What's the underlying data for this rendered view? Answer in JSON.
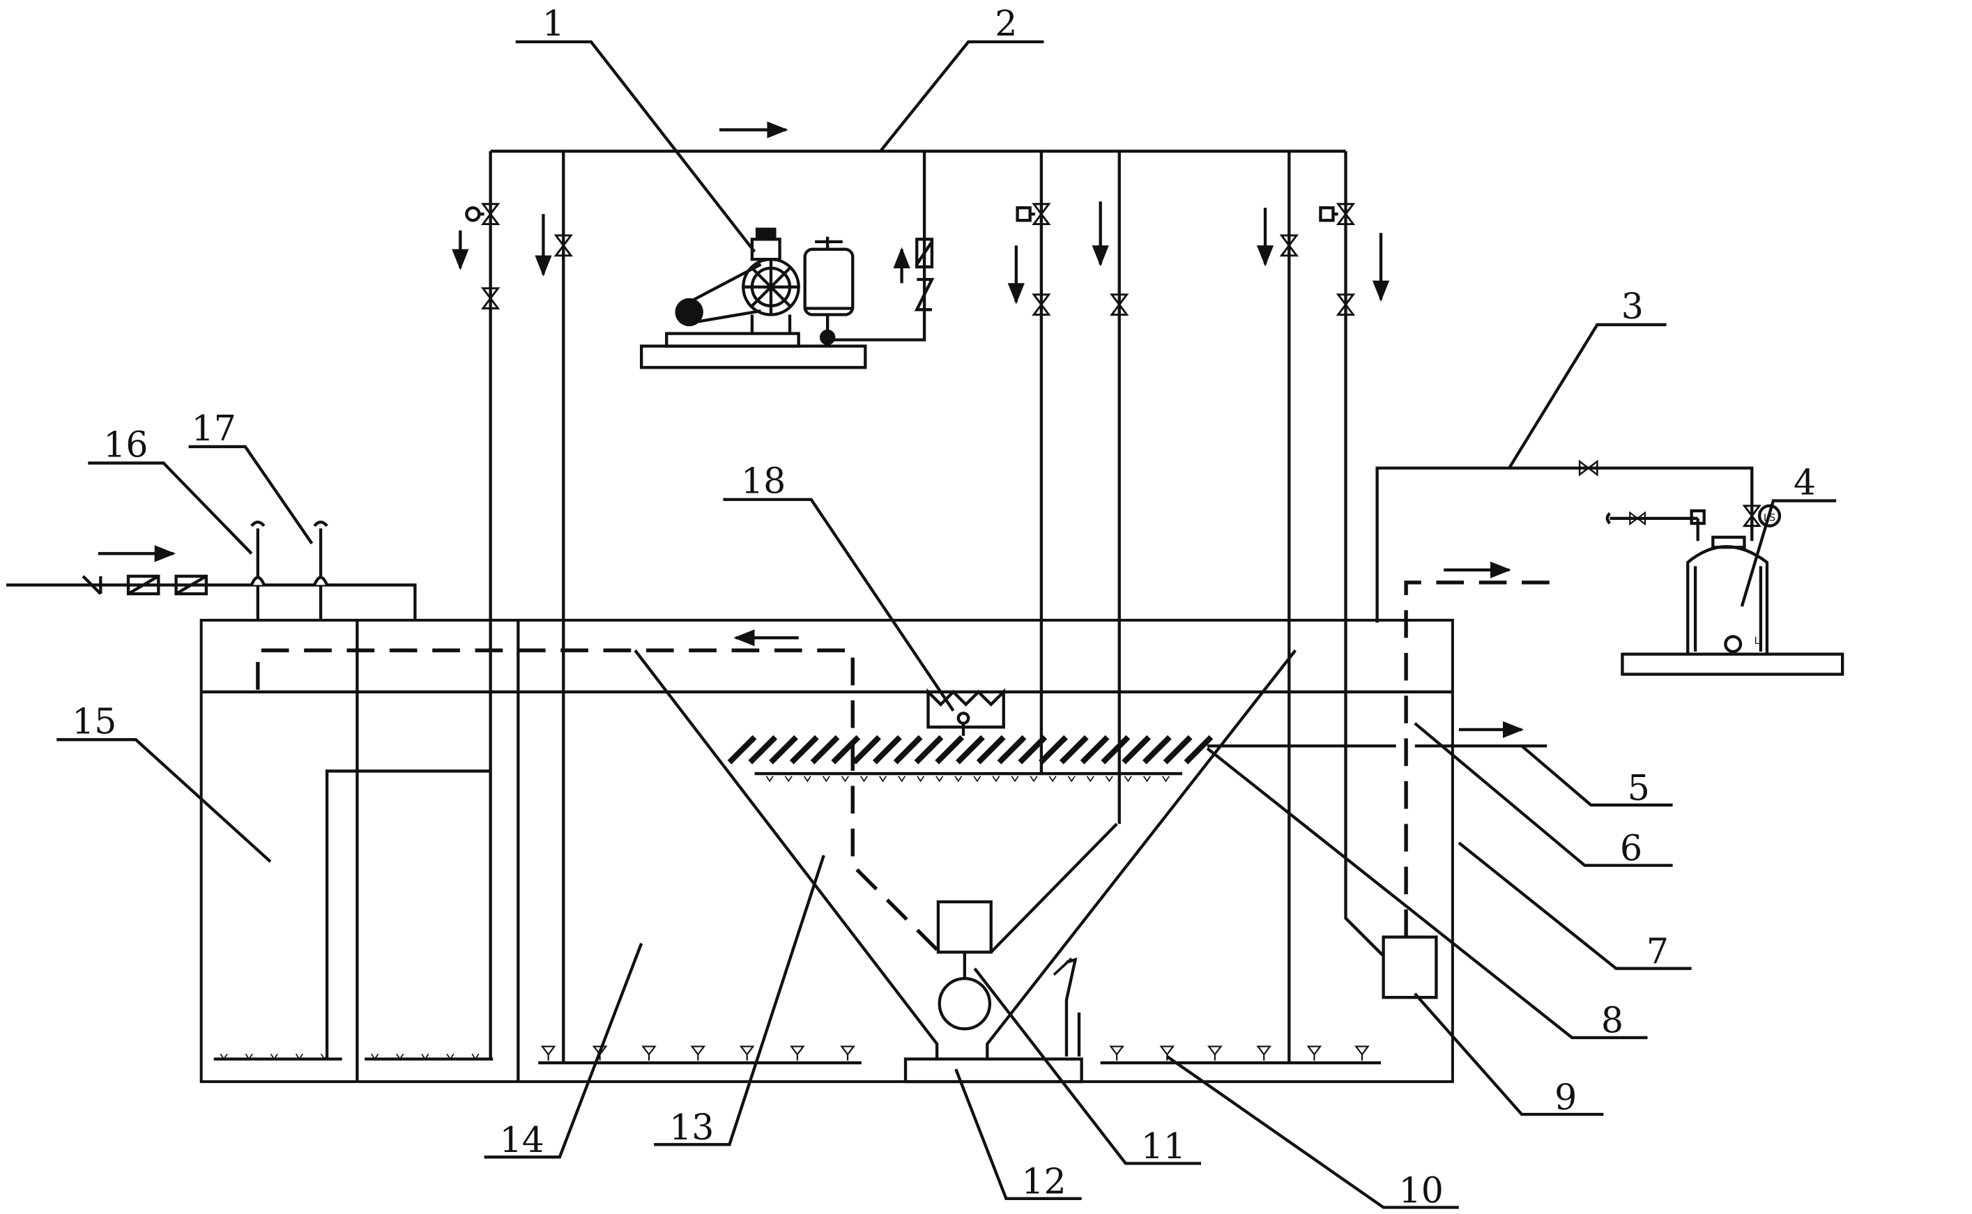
{
  "labels": [
    {
      "id": "1",
      "text": "1"
    },
    {
      "id": "2",
      "text": "2"
    },
    {
      "id": "3",
      "text": "3"
    },
    {
      "id": "4",
      "text": "4"
    },
    {
      "id": "5",
      "text": "5"
    },
    {
      "id": "6",
      "text": "6"
    },
    {
      "id": "7",
      "text": "7"
    },
    {
      "id": "8",
      "text": "8"
    },
    {
      "id": "9",
      "text": "9"
    },
    {
      "id": "10",
      "text": "10"
    },
    {
      "id": "11",
      "text": "11"
    },
    {
      "id": "12",
      "text": "12"
    },
    {
      "id": "13",
      "text": "13"
    },
    {
      "id": "14",
      "text": "14"
    },
    {
      "id": "15",
      "text": "15"
    },
    {
      "id": "16",
      "text": "16"
    },
    {
      "id": "17",
      "text": "17"
    },
    {
      "id": "18",
      "text": "18"
    }
  ],
  "tank_marks": {
    "level_switch": "LS",
    "level_mark": "L"
  },
  "stroke_color": "#111111"
}
